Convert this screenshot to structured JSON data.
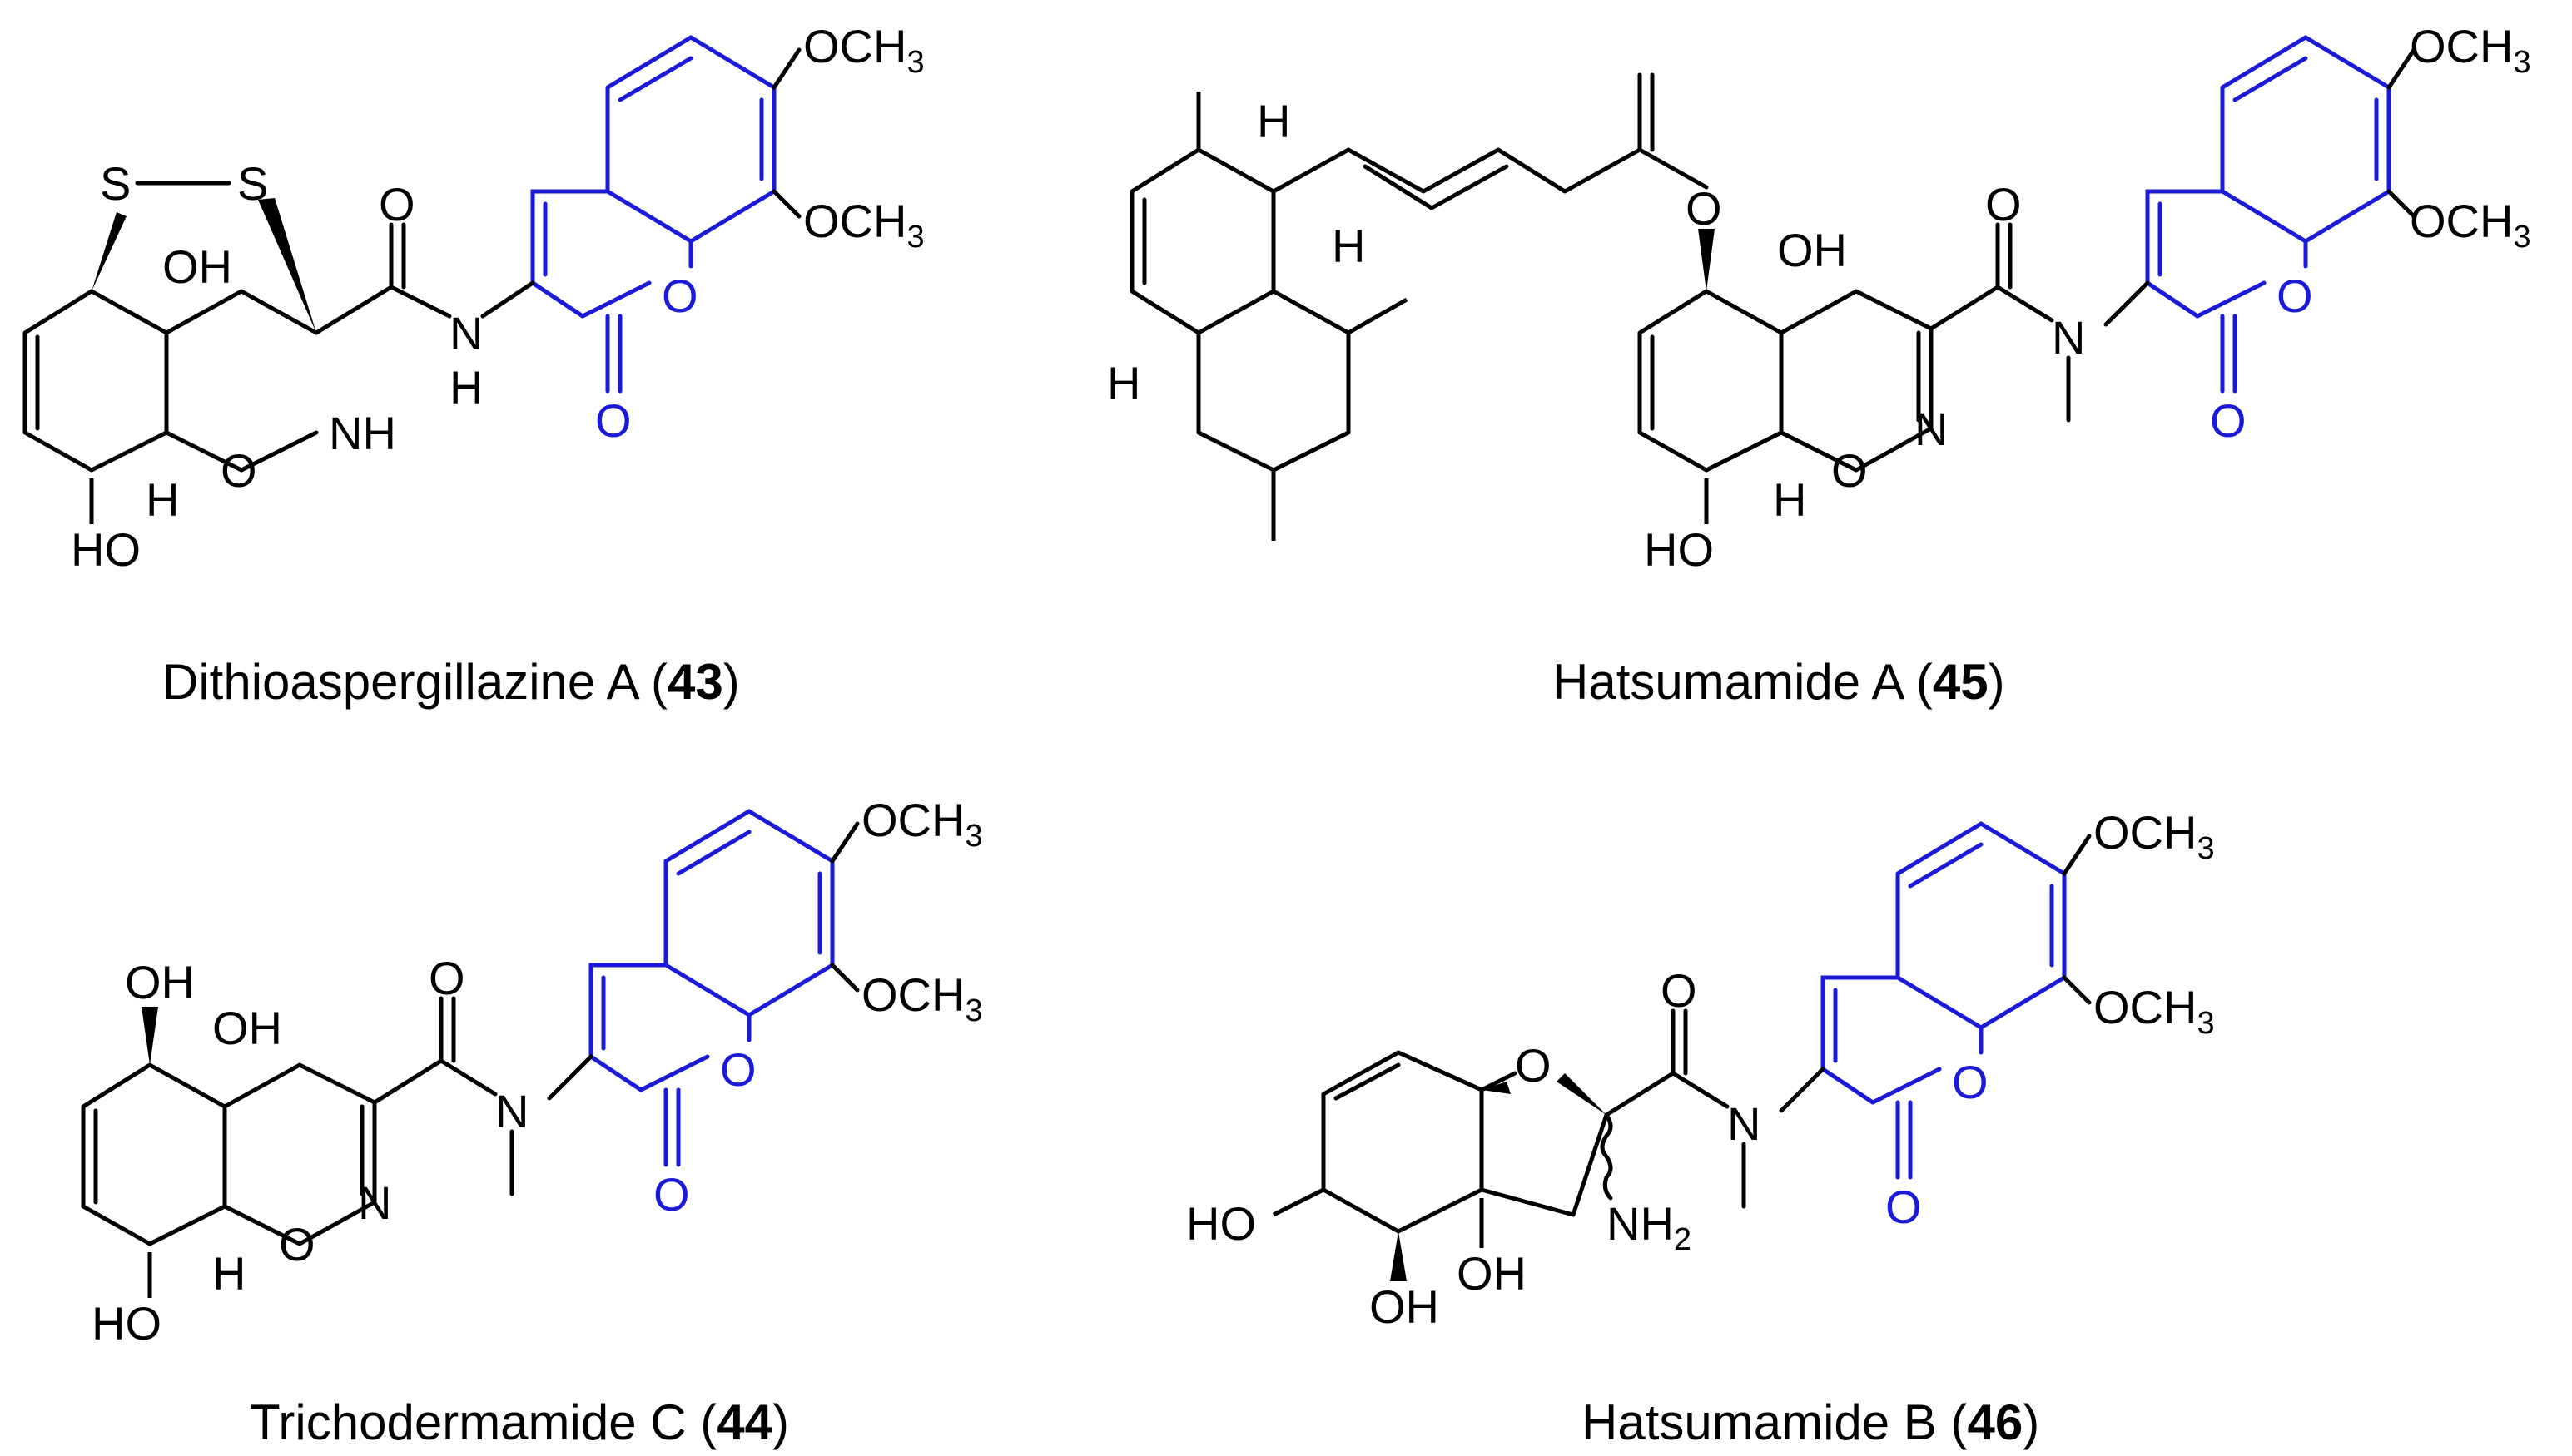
{
  "compounds": [
    {
      "name": "Dithioaspergillazine A",
      "number": "43"
    },
    {
      "name": "Hatsumamide A",
      "number": "45"
    },
    {
      "name": "Trichodermamide C",
      "number": "44"
    },
    {
      "name": "Hatsumamide B",
      "number": "46"
    }
  ],
  "atoms": {
    "ome": "OCH",
    "ome_sub": "3",
    "o": "O",
    "n": "N",
    "nh": "NH",
    "h": "H",
    "oh": "OH",
    "ho": "HO",
    "s": "S",
    "nh2": "NH",
    "nh2_sub": "2"
  },
  "colors": {
    "coumarin": "#1a1ad8",
    "bonds": "#000000"
  }
}
